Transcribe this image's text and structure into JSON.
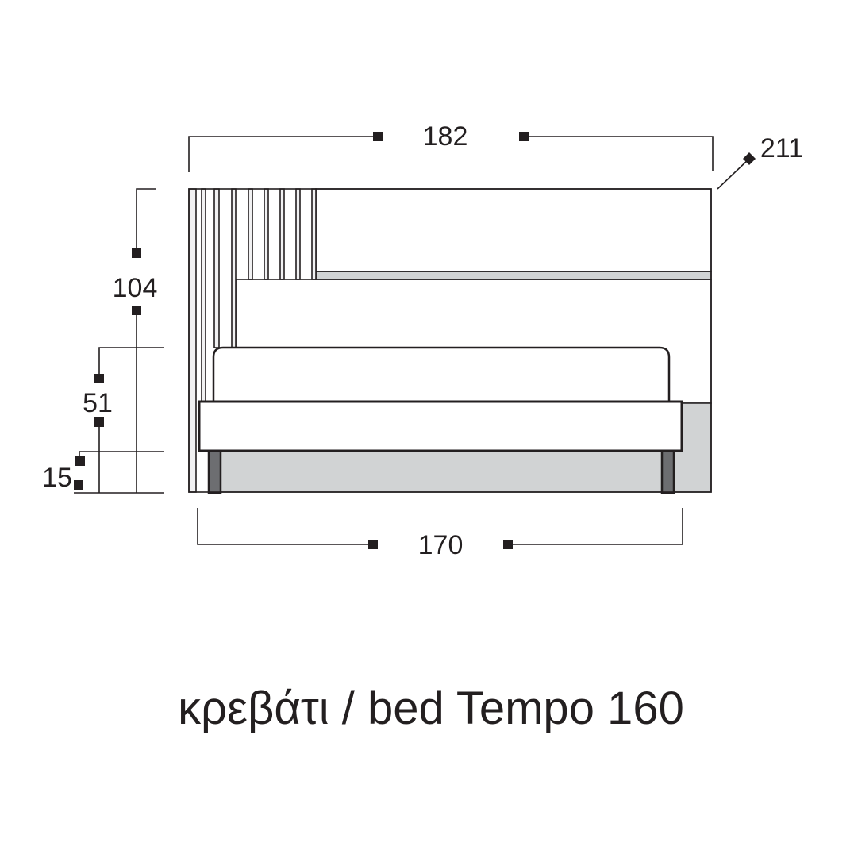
{
  "dimensions": {
    "overall_width": "182",
    "overall_depth": "211",
    "overall_height": "104",
    "frame_height": "51",
    "leg_height": "15",
    "frame_width": "170"
  },
  "caption": "κρεβάτι / bed Tempo 160"
}
